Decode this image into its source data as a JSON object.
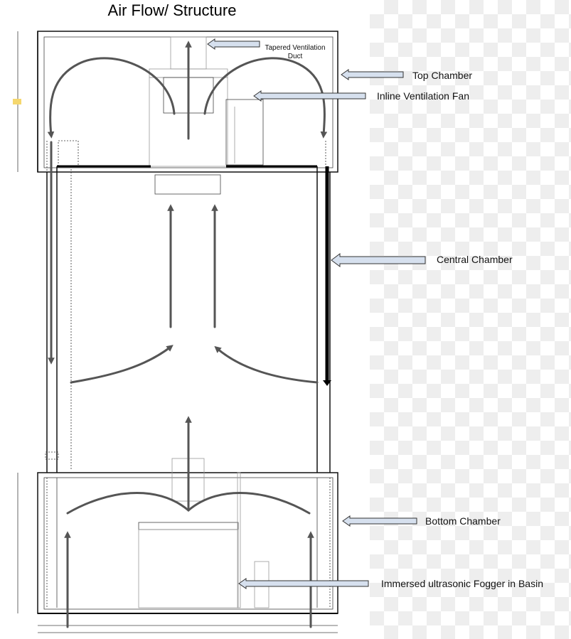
{
  "title": "Air Flow/ Structure",
  "labels": {
    "duct": [
      "Tapered Ventilation",
      "Duct"
    ],
    "top": "Top Chamber",
    "fan": "Inline Ventilation Fan",
    "central": "Central Chamber",
    "bottom": "Bottom Chamber",
    "fogger": "Immersed ultrasonic Fogger in Basin"
  },
  "colors": {
    "callout_fill": "#d6e0ee",
    "flow_arrow": "#555555",
    "highlight": "#f5d76e"
  },
  "icons": [
    "left-pointing-callout-arrow",
    "airflow-arrow"
  ]
}
